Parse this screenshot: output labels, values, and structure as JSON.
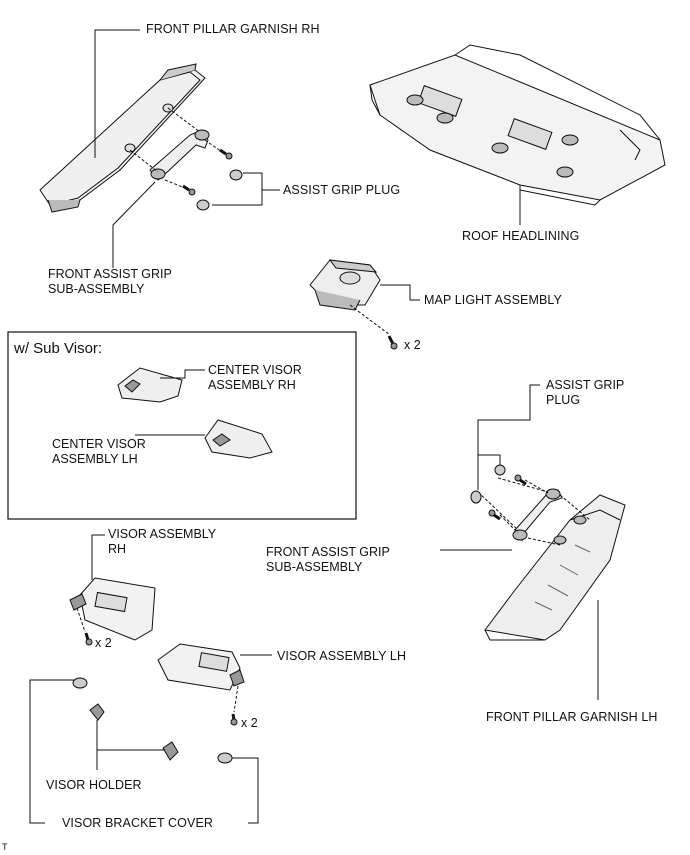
{
  "labels": {
    "front_pillar_garnish_rh": "FRONT PILLAR GARNISH RH",
    "roof_headlining": "ROOF HEADLINING",
    "assist_grip_plug_top": "ASSIST GRIP PLUG",
    "front_assist_grip_top": "FRONT ASSIST GRIP\nSUB-ASSEMBLY",
    "map_light_assembly": "MAP LIGHT ASSEMBLY",
    "map_light_qty": "x 2",
    "sub_visor_title": "w/ Sub Visor:",
    "center_visor_rh": "CENTER VISOR\nASSEMBLY RH",
    "center_visor_lh": "CENTER VISOR\nASSEMBLY LH",
    "assist_grip_plug_right": "ASSIST GRIP\nPLUG",
    "front_assist_grip_right": "FRONT ASSIST GRIP\nSUB-ASSEMBLY",
    "visor_assembly_rh": "VISOR ASSEMBLY\nRH",
    "visor_rh_qty": "x 2",
    "visor_assembly_lh": "VISOR ASSEMBLY LH",
    "visor_lh_qty": "x 2",
    "front_pillar_garnish_lh": "FRONT PILLAR GARNISH LH",
    "visor_holder": "VISOR HOLDER",
    "visor_bracket_cover": "VISOR BRACKET COVER",
    "corner_mark": "T"
  },
  "colors": {
    "line": "#111111",
    "part_fill": "#f2f2f2",
    "part_shade": "#c8c8c8",
    "part_dark": "#8a8a8a"
  }
}
